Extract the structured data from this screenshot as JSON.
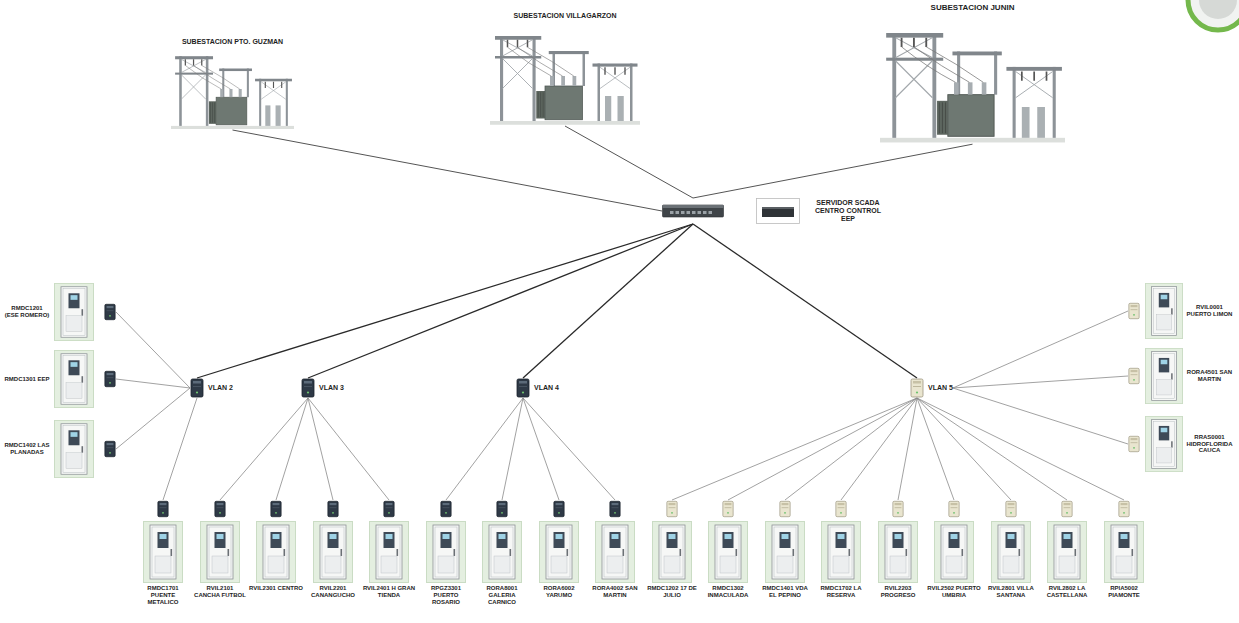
{
  "diagram": {
    "nodes": [
      {
        "text": [
          "SUBESTACION PTO. GUZMAN"
        ]
      },
      {
        "text": [
          "SUBESTACION VILLAGARZON"
        ]
      },
      {
        "text": [
          "SUBESTACION JUNIN"
        ]
      },
      {
        "text": [
          "SERVIDOR SCADA CENTRO CONTROL EEP"
        ]
      },
      {
        "text": [
          "RMDC1201 (ESE ROMERO)"
        ]
      },
      {
        "text": [
          "RMDC1301 EEP"
        ]
      },
      {
        "text": [
          "RMDC1402 LAS PLANADAS"
        ]
      },
      {
        "text": [
          "VLAN 2"
        ]
      },
      {
        "text": [
          "VLAN 3"
        ]
      },
      {
        "text": [
          "VLAN 4"
        ]
      },
      {
        "text": [
          "VLAN 5"
        ]
      },
      {
        "text": [
          "RMDC1701 PUENTE METALICO"
        ]
      },
      {
        "text": [
          "RVIL2101 CANCHA FUTBOL"
        ]
      },
      {
        "text": [
          "RVIL2301 CENTRO"
        ]
      },
      {
        "text": [
          "RVIL2201 CANANGUCHO"
        ]
      },
      {
        "text": [
          "RVIL2401 H GRAN TIENDA"
        ]
      },
      {
        "text": [
          "RPGZ3301 PUERTO ROSARIO"
        ]
      },
      {
        "text": [
          "RORA8001 GALERIA CARNICO"
        ]
      },
      {
        "text": [
          "RORA6002 YARUMO"
        ]
      },
      {
        "text": [
          "RORA4002 SAN MARTIN"
        ]
      },
      {
        "text": [
          "RMDC1202 17 DE JULIO"
        ]
      },
      {
        "text": [
          "RMDC1302 INMACULADA"
        ]
      },
      {
        "text": [
          "RMDC1401 VDA EL PEPINO"
        ]
      },
      {
        "text": [
          "RMDC1702 LA RESERVA"
        ]
      },
      {
        "text": [
          "RVIL2203 PROGRESO"
        ]
      },
      {
        "text": [
          "RVIL2502 PUERTO UMBRIA"
        ]
      },
      {
        "text": [
          "RVIL2801 VILLA SANTANA"
        ]
      },
      {
        "text": [
          "RVIL2802 LA CASTELLANA"
        ]
      },
      {
        "text": [
          "RPIA5002 PIAMONTE"
        ]
      },
      {
        "text": [
          "RVIL0001 PUERTO LIMON"
        ]
      },
      {
        "text": [
          "RORA4501 SAN MARTIN"
        ]
      },
      {
        "text": [
          "RRAS0001 HIDROFLORIDA CAUCA"
        ]
      }
    ],
    "edges": [
      {
        "from": 0,
        "to": 3,
        "arrow": "none"
      },
      {
        "from": 1,
        "to": 3,
        "arrow": "none"
      },
      {
        "from": 2,
        "to": 3,
        "arrow": "none"
      },
      {
        "from": 3,
        "to": 7,
        "arrow": "none"
      },
      {
        "from": 3,
        "to": 8,
        "arrow": "none"
      },
      {
        "from": 3,
        "to": 9,
        "arrow": "none"
      },
      {
        "from": 3,
        "to": 10,
        "arrow": "none"
      },
      {
        "from": 7,
        "to": 4,
        "arrow": "none"
      },
      {
        "from": 7,
        "to": 5,
        "arrow": "none"
      },
      {
        "from": 7,
        "to": 6,
        "arrow": "none"
      },
      {
        "from": 7,
        "to": 11,
        "arrow": "none"
      },
      {
        "from": 8,
        "to": 12,
        "arrow": "none"
      },
      {
        "from": 8,
        "to": 13,
        "arrow": "none"
      },
      {
        "from": 8,
        "to": 14,
        "arrow": "none"
      },
      {
        "from": 8,
        "to": 15,
        "arrow": "none"
      },
      {
        "from": 9,
        "to": 16,
        "arrow": "none"
      },
      {
        "from": 9,
        "to": 17,
        "arrow": "none"
      },
      {
        "from": 9,
        "to": 18,
        "arrow": "none"
      },
      {
        "from": 9,
        "to": 19,
        "arrow": "none"
      },
      {
        "from": 10,
        "to": 20,
        "arrow": "none"
      },
      {
        "from": 10,
        "to": 21,
        "arrow": "none"
      },
      {
        "from": 10,
        "to": 22,
        "arrow": "none"
      },
      {
        "from": 10,
        "to": 23,
        "arrow": "none"
      },
      {
        "from": 10,
        "to": 24,
        "arrow": "none"
      },
      {
        "from": 10,
        "to": 25,
        "arrow": "none"
      },
      {
        "from": 10,
        "to": 26,
        "arrow": "none"
      },
      {
        "from": 10,
        "to": 27,
        "arrow": "none"
      },
      {
        "from": 10,
        "to": 28,
        "arrow": "none"
      },
      {
        "from": 10,
        "to": 29,
        "arrow": "none"
      },
      {
        "from": 10,
        "to": 30,
        "arrow": "none"
      },
      {
        "from": 10,
        "to": 31,
        "arrow": "none"
      }
    ]
  }
}
